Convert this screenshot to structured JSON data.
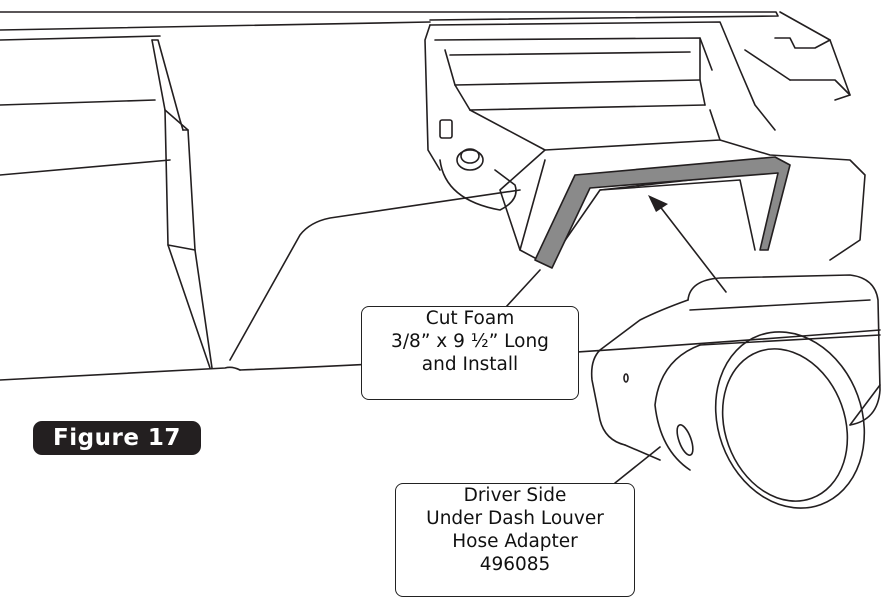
{
  "figure": {
    "label": "Figure 17"
  },
  "callouts": {
    "foam": [
      "Cut Foam",
      "3/8” x 9 ½” Long",
      "and Install"
    ],
    "adapter": [
      "Driver Side",
      "Under Dash Louver",
      "Hose Adapter",
      "496085"
    ]
  },
  "colors": {
    "line": "#231f20",
    "foam": "#8a8a8a",
    "background": "#ffffff",
    "label_bg": "#231f20"
  }
}
